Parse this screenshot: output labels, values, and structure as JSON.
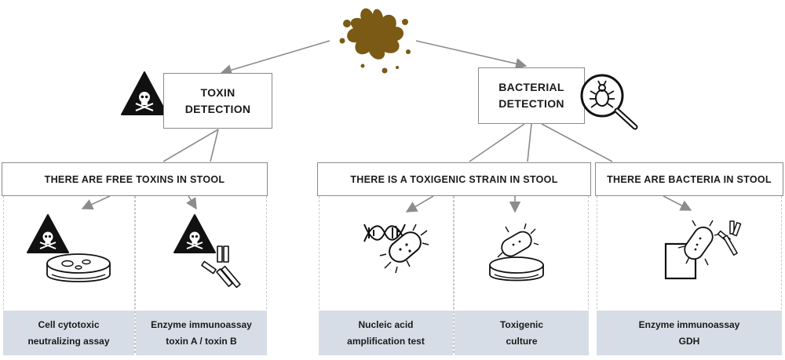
{
  "toxin_branch": {
    "title_line1": "TOXIN",
    "title_line2": "DETECTION",
    "banner": "THERE ARE FREE TOXINS IN STOOL",
    "methods": [
      {
        "line1": "Cell cytotoxic",
        "line2": "neutralizing assay"
      },
      {
        "line1": "Enzyme immunoassay",
        "line2": "toxin A / toxin B"
      }
    ]
  },
  "bacterial_branch": {
    "title_line1": "BACTERIAL",
    "title_line2": "DETECTION",
    "banners": [
      "THERE IS A TOXIGENIC STRAIN IN STOOL",
      "THERE ARE BACTERIA IN STOOL"
    ],
    "methods": [
      {
        "line1": "Nucleic acid",
        "line2": "amplification test"
      },
      {
        "line1": "Toxigenic",
        "line2": "culture"
      },
      {
        "line1": "Enzyme immunoassay",
        "line2": "GDH"
      }
    ]
  },
  "colors": {
    "stool": "#7a5a14",
    "method_background": "#d7dde6",
    "border": "#8a8a8a",
    "dashed": "#c7c7c7",
    "connector": "#8c8c8c",
    "ink": "#1a1a1a"
  },
  "icons": [
    "stool-splat-icon",
    "toxic-skull-warning-icon",
    "bacteria-magnifier-icon",
    "petri-dish-icon",
    "antibody-icon",
    "dna-helix-icon",
    "bacterium-icon",
    "gdh-antigen-square-icon"
  ]
}
